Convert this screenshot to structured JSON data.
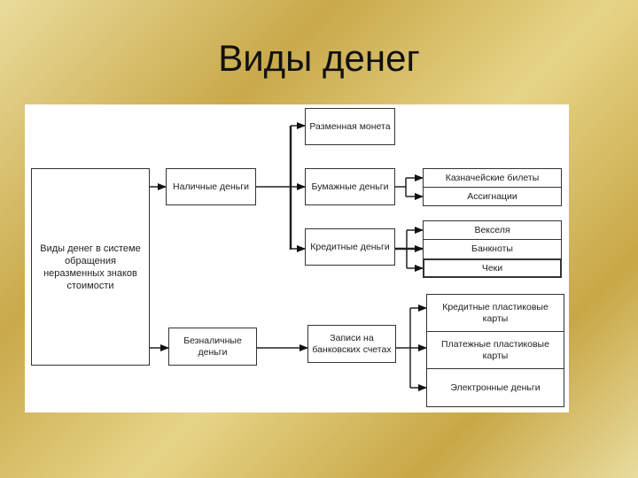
{
  "title": "Виды денег",
  "diagram": {
    "root": "Виды денег в системе обращения неразменных знаков стоимости",
    "cash": "Наличные деньги",
    "noncash": "Безналичные деньги",
    "coin": "Разменная монета",
    "paper": "Бумажные деньги",
    "credit": "Кредитные деньги",
    "paper_items": [
      "Казначейские билеты",
      "Ассигнации"
    ],
    "credit_items": [
      "Векселя",
      "Банкноты",
      "Чеки"
    ],
    "accounts": "Записи на банковских счетах",
    "account_items": [
      "Кредитные пластиковые карты",
      "Платежные пластиковые карты",
      "Электронные деньги"
    ]
  }
}
